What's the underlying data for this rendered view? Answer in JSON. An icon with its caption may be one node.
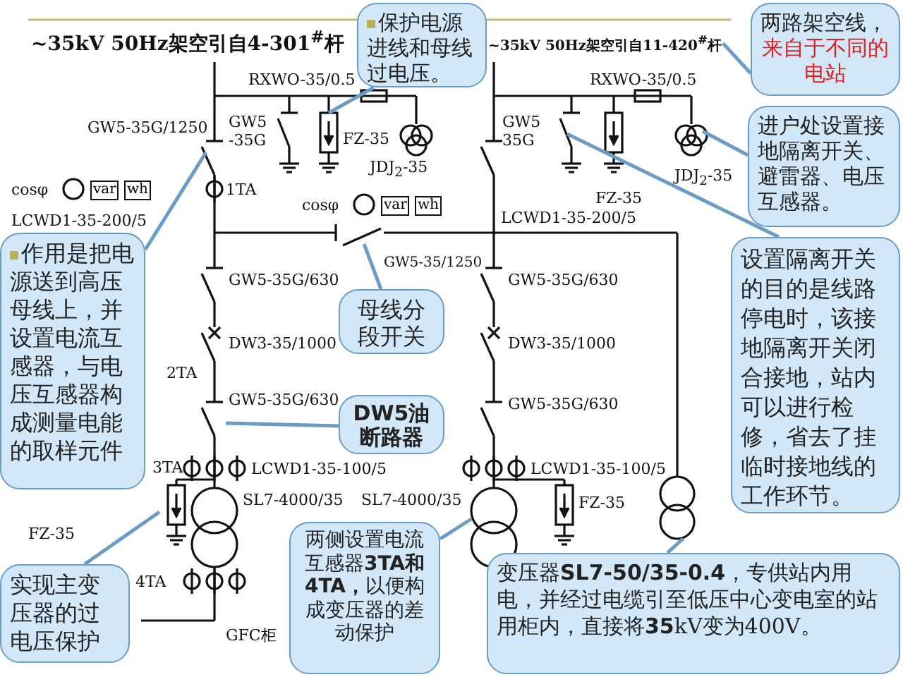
{
  "diagram": {
    "nodes": [
      {
        "text": [
          "保护电源进线和母线过电压。"
        ]
      },
      {
        "text": [
          "两路架空线，",
          "来自于不同的电站"
        ]
      },
      {
        "text": [
          "进户处设置接地隔离开关、避雷器、电压互感器。"
        ]
      },
      {
        "text": [
          "作用是把电源送到高压母线上，并设置电流互感器，与电压互感器构成测量电能的取样元件"
        ]
      },
      {
        "text": [
          "母线分段开关"
        ]
      },
      {
        "text": [
          "设置隔离开关的目的是线路停电时，该接地隔离开关闭合接地，站内可以进行检修，省去了挂临时接地线的工作环节。"
        ]
      },
      {
        "text": [
          "DW5油断路器"
        ]
      },
      {
        "text": [
          "实现主变压器的过电压保护"
        ]
      },
      {
        "text": [
          "两侧设置电流互感器**3TA和4TA，**以便构成变压器的差动保护"
        ]
      },
      {
        "text": [
          "变压器**SL7-50/35-0.4**，专供站内用电，并经过电缆引至低压中心变电室的站用柜内，直接将**35**kV变为400V。"
        ]
      },
      {
        "text": [
          "~35kV 50Hz架空引自11-420$^{#}$杆"
        ]
      }
    ],
    "edges": [
      {
        "from": 0,
        "to": null,
        "arrow": "none"
      },
      {
        "from": 1,
        "to": 10,
        "arrow": "none"
      },
      {
        "from": 2,
        "to": null,
        "arrow": "none"
      },
      {
        "from": 3,
        "to": null,
        "arrow": "none"
      },
      {
        "from": 4,
        "to": null,
        "arrow": "none"
      },
      {
        "from": 5,
        "to": null,
        "arrow": "none"
      },
      {
        "from": 6,
        "to": null,
        "arrow": "none"
      },
      {
        "from": 7,
        "to": null,
        "arrow": "none"
      },
      {
        "from": 8,
        "to": null,
        "arrow": "none"
      },
      {
        "from": 9,
        "to": null,
        "arrow": "none"
      }
    ],
    "labels": [
      "~35kV 50Hz架空引自4-301$^{#}$杆",
      "RXWO-35/0.5",
      "RXWO-35/0.5",
      "GW5-35G/1250",
      "GW5 -35G",
      "FZ-35",
      "GW5 35G",
      "JDJ$_{2}$-35",
      "JDJ$_{2}$-35",
      "cosφ",
      "var",
      "wh",
      "1TA",
      "cosφ",
      "var",
      "wh",
      "FZ-35",
      "LCWD1-35-200/5",
      "LCWD1-35-200/5",
      "GW5-35/1250",
      "GW5-35G/630",
      "GW5-35G/630",
      "DW3-35/1000",
      "DW3-35/1000",
      "2TA",
      "GW5-35G/630",
      "GW5-35G/630",
      "3TA",
      "LCWD1-35-100/5",
      "LCWD1-35-100/5",
      "SL7-4000/35",
      "SL7-4000/35",
      "FZ-35",
      "FZ-35",
      "4TA",
      "GFC柜"
    ]
  }
}
